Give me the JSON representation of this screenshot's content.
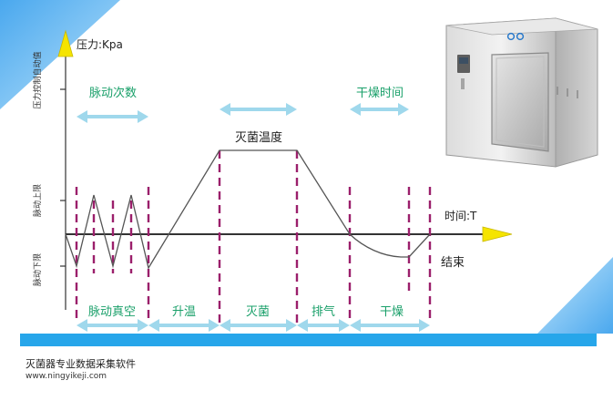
{
  "y_axis": {
    "label": "压力:Kpa",
    "ticks": [
      "压力控制自动值",
      "脉动上限",
      "脉动下限"
    ]
  },
  "x_axis": {
    "label": "时间:T"
  },
  "intervals_top": [
    {
      "label": "脉动次数"
    },
    {
      "label": "灭菌温度"
    },
    {
      "label": "干燥时间"
    }
  ],
  "phases": [
    {
      "label": "脉动真空"
    },
    {
      "label": "升温"
    },
    {
      "label": "灭菌"
    },
    {
      "label": "排气"
    },
    {
      "label": "干燥"
    }
  ],
  "end_label": "结束",
  "footer": {
    "title": "灭菌器专业数据采集软件",
    "url": "www.ningyikeji.com"
  },
  "colors": {
    "accent_green": "#1aa06a",
    "arrow_blue": "#9fd8ec",
    "dash_purple": "#9b1f6b",
    "corner_blue": "#56b8f0",
    "bar_blue": "#27a6ea",
    "axis_yellow": "#f5e400"
  }
}
